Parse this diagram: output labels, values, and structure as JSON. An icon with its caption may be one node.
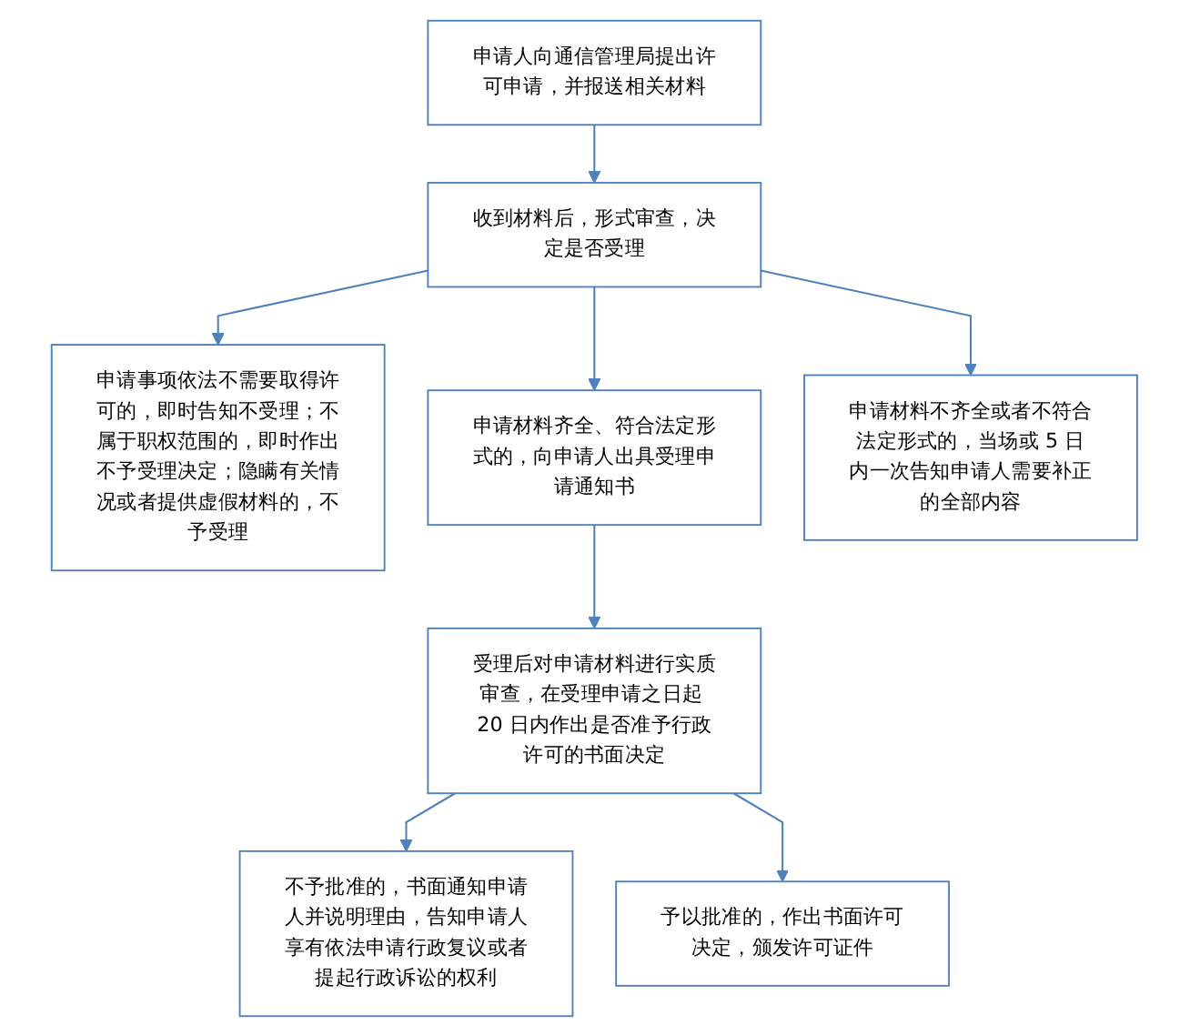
{
  "diagram": {
    "nodes": [
      {
        "text": [
          "申请人向通信管理局提出许可申请，并报送相关材料"
        ]
      },
      {
        "text": [
          "收到材料后，形式审查，决定是否受理"
        ]
      },
      {
        "text": [
          "申请事项依法不需要取得许可的，即时告知不受理；不属于职权范围的，即时作出不予受理决定；隐瞒有关情况或者提供虚假材料的，不予受理"
        ]
      },
      {
        "text": [
          "申请材料齐全、符合法定形式的，向申请人出具受理申请通知书"
        ]
      },
      {
        "text": [
          "申请材料不齐全或者不符合法定形式的，当场或 5 日内一次告知申请人需要补正的全部内容"
        ]
      },
      {
        "text": [
          "受理后对申请材料进行实质审查，在受理申请之日起 20 日内作出是否准予行政许可的书面决定"
        ]
      },
      {
        "text": [
          "不予批准的，书面通知申请人并说明理由，告知申请人享有依法申请行政复议或者提起行政诉讼的权利"
        ]
      },
      {
        "text": [
          "予以批准的，作出书面许可决定，颁发许可证件"
        ]
      }
    ],
    "edges": [
      {
        "from": 0,
        "to": 1,
        "arrow": "to"
      },
      {
        "from": 1,
        "to": 2,
        "arrow": "to"
      },
      {
        "from": 1,
        "to": 3,
        "arrow": "to"
      },
      {
        "from": 1,
        "to": 4,
        "arrow": "to"
      },
      {
        "from": 3,
        "to": 5,
        "arrow": "to"
      },
      {
        "from": 5,
        "to": 6,
        "arrow": "to"
      },
      {
        "from": 5,
        "to": 7,
        "arrow": "to"
      }
    ]
  }
}
